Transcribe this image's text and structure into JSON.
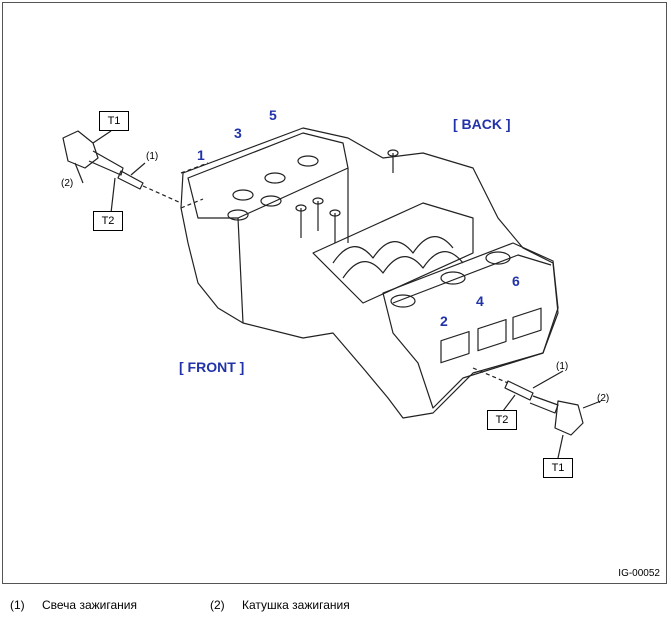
{
  "labels": {
    "back": "[ BACK ]",
    "front": "[ FRONT ]",
    "cyl1": "1",
    "cyl3": "3",
    "cyl5": "5",
    "cyl2": "2",
    "cyl4": "4",
    "cyl6": "6",
    "t1_top": "T1",
    "t2_top": "T2",
    "t1_bottom": "T1",
    "t2_bottom": "T2",
    "ref1_top": "(1)",
    "ref2_top": "(2)",
    "ref1_bottom": "(1)",
    "ref2_bottom": "(2)"
  },
  "figure_id": "IG-00052",
  "legend": {
    "item1_num": "(1)",
    "item1_text": "Свеча зажигания",
    "item2_num": "(2)",
    "item2_text": "Катушка зажигания"
  },
  "colors": {
    "accent_blue": "#2233aa"
  }
}
